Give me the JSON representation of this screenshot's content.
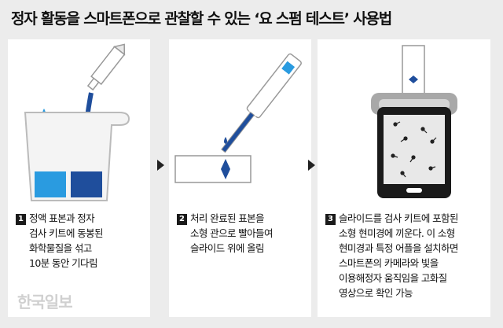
{
  "title": "정자 활동을 스마트폰으로 관찰할 수 있는 ‘요 스펌 테스트’ 사용법",
  "steps": [
    {
      "number": "1",
      "lines": [
        "정액 표본과 정자",
        "검사 키트에 동봉된",
        "화학물질을 섞고",
        "10분 동안 기다림"
      ]
    },
    {
      "number": "2",
      "lines": [
        "처리 완료된 표본을",
        "소형 관으로 빨아들여",
        "슬라이드 위에 올림"
      ]
    },
    {
      "number": "3",
      "lines": [
        "슬라이드를 검사 키트에 포함된",
        "소형 현미경에 끼운다. 이 소형",
        "현미경과 특정 어플을 설치하면",
        "스마트폰의 카메라와 빛을",
        "이용해정자 움직임을 고화질",
        "영상으로 확인 가능"
      ]
    }
  ],
  "watermark": "한국일보",
  "colors": {
    "background": "#ececec",
    "panel": "#ffffff",
    "blue_dark": "#1f4e9c",
    "blue_light": "#2a9be0",
    "gray": "#b8b8b8"
  },
  "icons": [
    "cup-icon",
    "dropper-icon",
    "slide-icon",
    "phone-microscope-icon",
    "arrow-right-icon"
  ]
}
